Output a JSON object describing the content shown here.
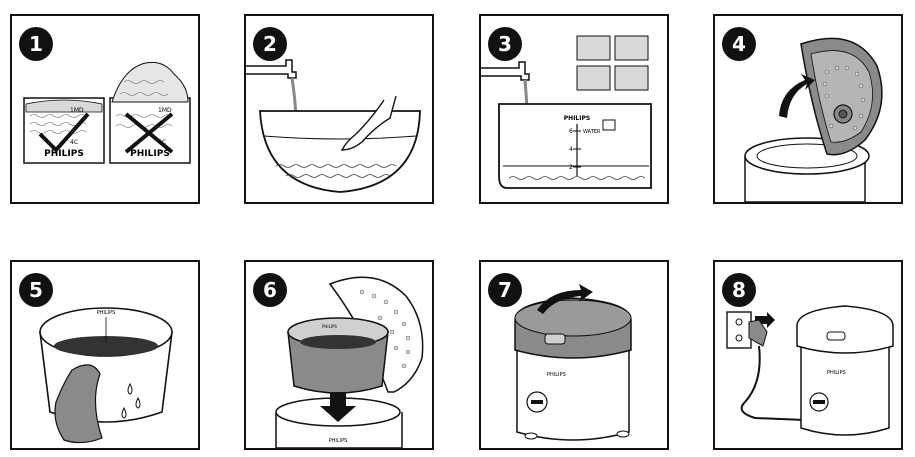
{
  "steps": [
    {
      "number": "1",
      "brand": "PHILIPS",
      "brand2": "PHILIPS",
      "mark_top": "1MD",
      "mark_mid": "4C",
      "mark_top2": "1MD",
      "mark_mid2": "4C"
    },
    {
      "number": "2"
    },
    {
      "number": "3",
      "brand": "PHILIPS",
      "mark_6": "6",
      "mark_4": "4",
      "mark_2": "2",
      "mark_water": "WATER"
    },
    {
      "number": "4"
    },
    {
      "number": "5",
      "brand": "PHILIPS"
    },
    {
      "number": "6",
      "brand": "PHILIPS",
      "brand_base": "PHILIPS"
    },
    {
      "number": "7",
      "brand": "PHILIPS"
    },
    {
      "number": "8",
      "brand": "PHILIPS"
    }
  ],
  "colors": {
    "line": "#111111",
    "grey": "#8a8a8a",
    "light": "#d9d9d9",
    "dark": "#555555"
  }
}
